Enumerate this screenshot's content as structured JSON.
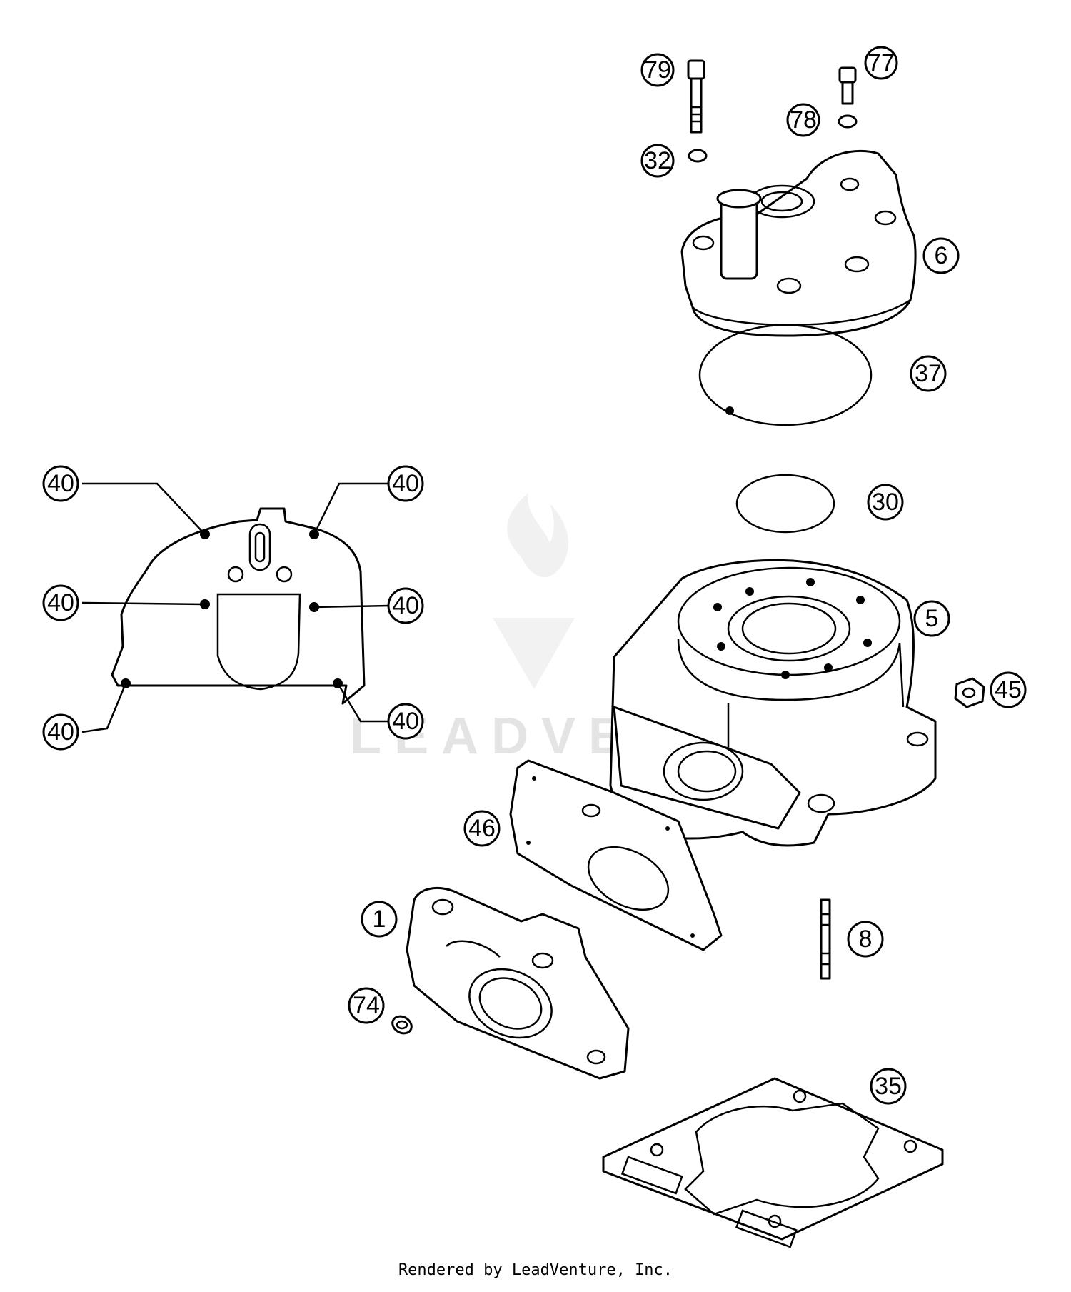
{
  "diagram": {
    "callouts": [
      {
        "id": "79",
        "label": "79"
      },
      {
        "id": "77",
        "label": "77"
      },
      {
        "id": "78",
        "label": "78"
      },
      {
        "id": "32",
        "label": "32"
      },
      {
        "id": "6",
        "label": "6"
      },
      {
        "id": "37",
        "label": "37"
      },
      {
        "id": "30",
        "label": "30"
      },
      {
        "id": "5",
        "label": "5"
      },
      {
        "id": "45",
        "label": "45"
      },
      {
        "id": "46",
        "label": "46"
      },
      {
        "id": "1",
        "label": "1"
      },
      {
        "id": "8",
        "label": "8"
      },
      {
        "id": "74",
        "label": "74"
      },
      {
        "id": "35",
        "label": "35"
      },
      {
        "id": "40a",
        "label": "40"
      },
      {
        "id": "40b",
        "label": "40"
      },
      {
        "id": "40c",
        "label": "40"
      },
      {
        "id": "40d",
        "label": "40"
      },
      {
        "id": "40e",
        "label": "40"
      },
      {
        "id": "40f",
        "label": "40"
      }
    ],
    "watermark": "LEADVENTURE"
  },
  "footer": {
    "text": "Rendered by LeadVenture, Inc."
  }
}
